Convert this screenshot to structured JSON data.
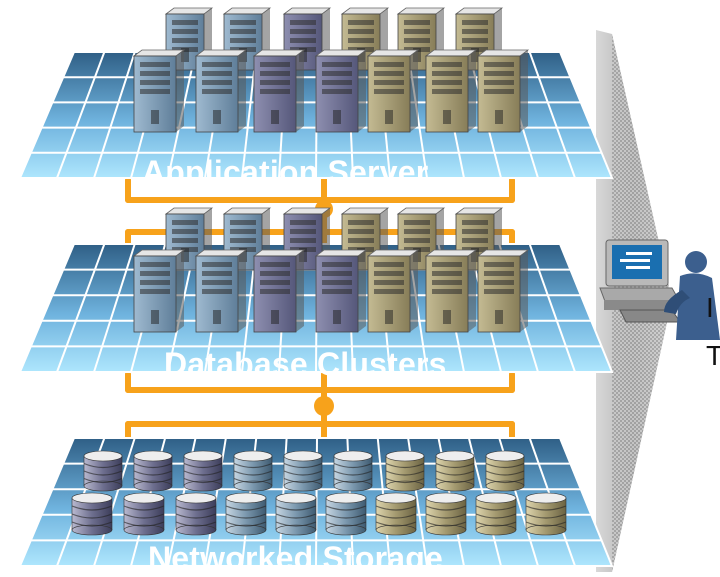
{
  "layers": {
    "application": {
      "label": "Application Server"
    },
    "database": {
      "label": "Database  Clusters"
    },
    "storage": {
      "label": "Networked Storage"
    }
  },
  "user_edge_text": {
    "line1": "I",
    "line2": "T"
  },
  "colors": {
    "connector": "#f7a21b",
    "grid_fill_top": "#3a6d93",
    "grid_fill_bottom": "#a9e2fb",
    "server_blue": "#7f9fb8",
    "server_slate": "#6d6f92",
    "server_tan": "#a49a73",
    "wedge": "#a7a7a7"
  },
  "icons": [
    "server-tower-icon",
    "storage-disk-icon",
    "user-at-computer-icon"
  ]
}
